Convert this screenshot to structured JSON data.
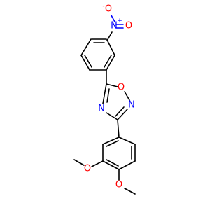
{
  "molecule": {
    "atoms": {
      "nitro_n": {
        "symbol": "N",
        "charge": "+",
        "color": "#0000ff"
      },
      "nitro_o_minus": {
        "symbol": "O",
        "charge": "-",
        "color": "#ff0000"
      },
      "nitro_o_double": {
        "symbol": "O",
        "color": "#ff0000"
      },
      "ring_o1": {
        "symbol": "O",
        "color": "#ff0000"
      },
      "ring_n2": {
        "symbol": "N",
        "color": "#0000ff"
      },
      "ring_n4": {
        "symbol": "N",
        "color": "#0000ff"
      },
      "methoxy_o_3": {
        "symbol": "O",
        "color": "#ff0000"
      },
      "methoxy_o_4": {
        "symbol": "O",
        "color": "#ff0000"
      }
    }
  }
}
